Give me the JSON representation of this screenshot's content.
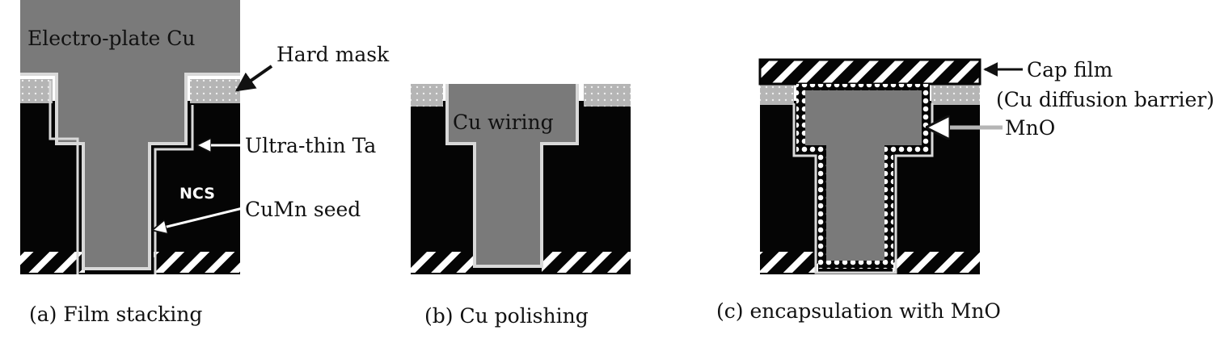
{
  "panels": [
    {
      "caption": "(a) Film stacking",
      "inner_label": "Electro-plate Cu",
      "region_label": "NCS",
      "callouts": [
        "Hard mask",
        "Ultra-thin Ta",
        "CuMn seed"
      ]
    },
    {
      "caption": "(b) Cu polishing",
      "inner_label": "Cu wiring"
    },
    {
      "caption": "(c) encapsulation with MnO",
      "callouts": [
        "Cap film",
        "(Cu diffusion barrier)",
        "MnO"
      ]
    }
  ],
  "colors": {
    "dielectric": "#050505",
    "copper": "#7a7a7a",
    "liner": "#d9d9d9",
    "hard_mask": "#b5b5b5",
    "hatch": "#ffffff"
  }
}
